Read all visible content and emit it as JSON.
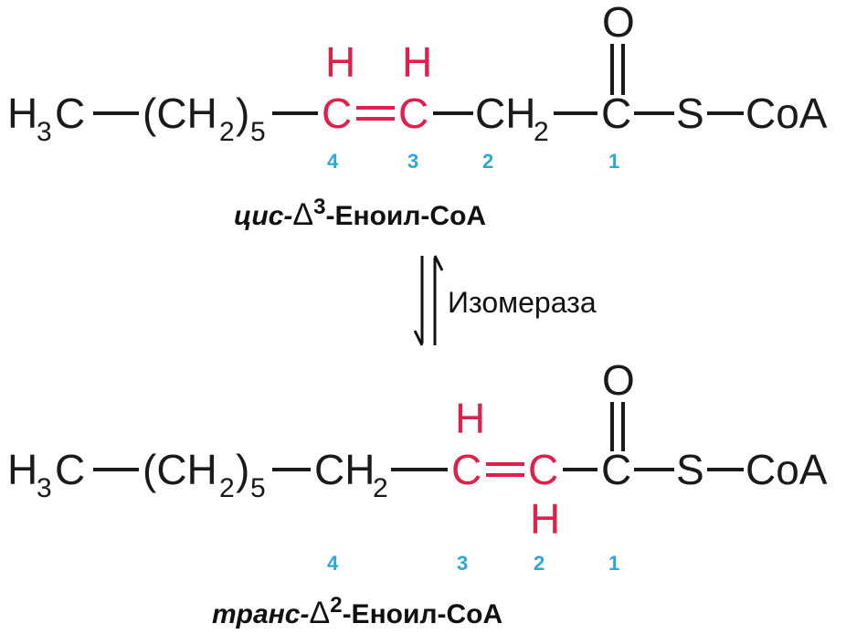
{
  "colors": {
    "text": "#1a1a1a",
    "highlight": "#e0204a",
    "numbers": "#2aa8df"
  },
  "top": {
    "h3": "H",
    "h3_sub": "3",
    "c1": "C",
    "open": "(CH",
    "ch2_sub": "2",
    "close": ")",
    "five_sub": "5",
    "c4": "C",
    "c3": "C",
    "h_c4": "H",
    "h_c3": "H",
    "ch2": "CH",
    "ch2_sub2": "2",
    "c_carbonyl": "C",
    "oxygen": "O",
    "s": "S",
    "coa": "CoA",
    "numbers": [
      "4",
      "3",
      "2",
      "1"
    ],
    "name_prefix": "цис-",
    "name_delta": "Δ",
    "name_sup": "3",
    "name_suffix": "-Еноил-CoA"
  },
  "enzyme": "Изомераза",
  "bottom": {
    "h3": "H",
    "h3_sub": "3",
    "c1": "C",
    "open": "(CH",
    "ch2_sub": "2",
    "close": ")",
    "five_sub": "5",
    "ch2": "CH",
    "ch2_sub2": "2",
    "c3": "C",
    "c2": "C",
    "h_c3": "H",
    "h_c2": "H",
    "c_carbonyl": "C",
    "oxygen": "O",
    "s": "S",
    "coa": "CoA",
    "numbers": [
      "4",
      "3",
      "2",
      "1"
    ],
    "name_prefix": "транс-",
    "name_delta": "Δ",
    "name_sup": "2",
    "name_suffix": "-Еноил-CoA"
  }
}
